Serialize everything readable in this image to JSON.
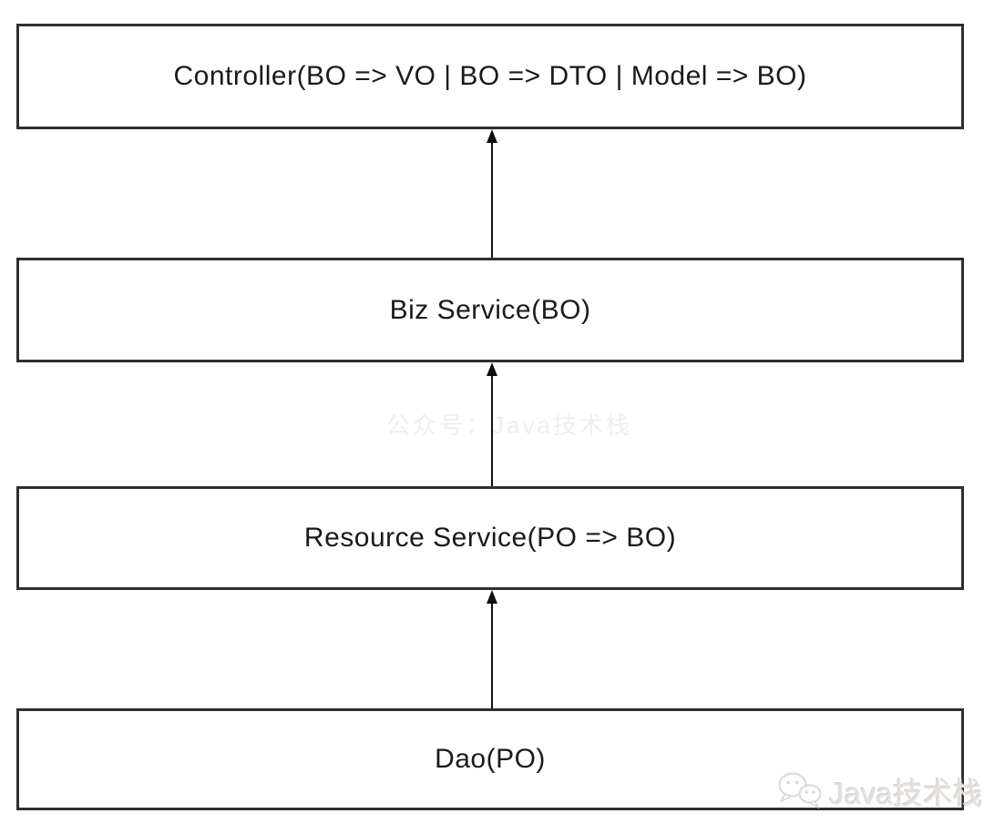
{
  "diagram": {
    "type": "layered-architecture-flow",
    "layers": [
      {
        "id": "controller",
        "label": "Controller(BO => VO | BO => DTO | Model => BO)"
      },
      {
        "id": "biz-service",
        "label": "Biz Service(BO)"
      },
      {
        "id": "resource-service",
        "label": "Resource Service(PO => BO)"
      },
      {
        "id": "dao",
        "label": "Dao(PO)"
      }
    ],
    "arrows": [
      {
        "from": "biz-service",
        "to": "controller",
        "direction": "up"
      },
      {
        "from": "resource-service",
        "to": "biz-service",
        "direction": "up"
      },
      {
        "from": "dao",
        "to": "resource-service",
        "direction": "up"
      }
    ],
    "watermark": "公众号：Java技术栈",
    "logo": {
      "icon": "wechat-icon",
      "text": "Java技术栈"
    },
    "colors": {
      "background": "#ffffff",
      "box_border": "#2f2f2f",
      "box_fill": "#ffffff",
      "label_text": "#1a1a1a",
      "arrow": "#111111",
      "watermark_text": "#f0eeeb",
      "logo_text": "#e2dfdc"
    }
  }
}
